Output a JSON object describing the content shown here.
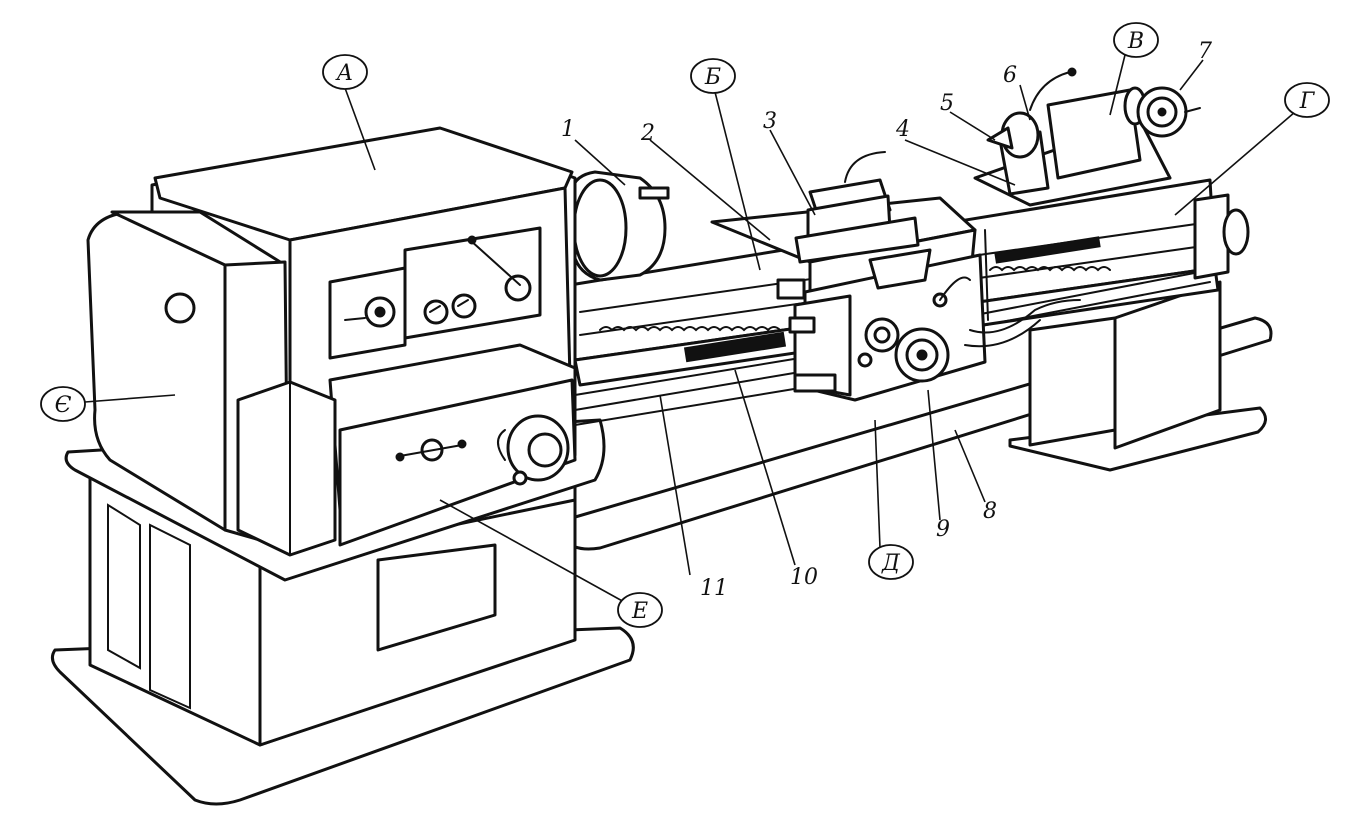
{
  "diagram": {
    "letter_labels": [
      {
        "id": "A",
        "text": "A"
      },
      {
        "id": "B",
        "text": "Б"
      },
      {
        "id": "V",
        "text": "В"
      },
      {
        "id": "G",
        "text": "Г"
      },
      {
        "id": "D",
        "text": "Д"
      },
      {
        "id": "E",
        "text": "Е"
      },
      {
        "id": "YE",
        "text": "Є"
      }
    ],
    "number_labels": [
      "1",
      "2",
      "3",
      "4",
      "5",
      "6",
      "7",
      "8",
      "9",
      "10",
      "11"
    ]
  }
}
